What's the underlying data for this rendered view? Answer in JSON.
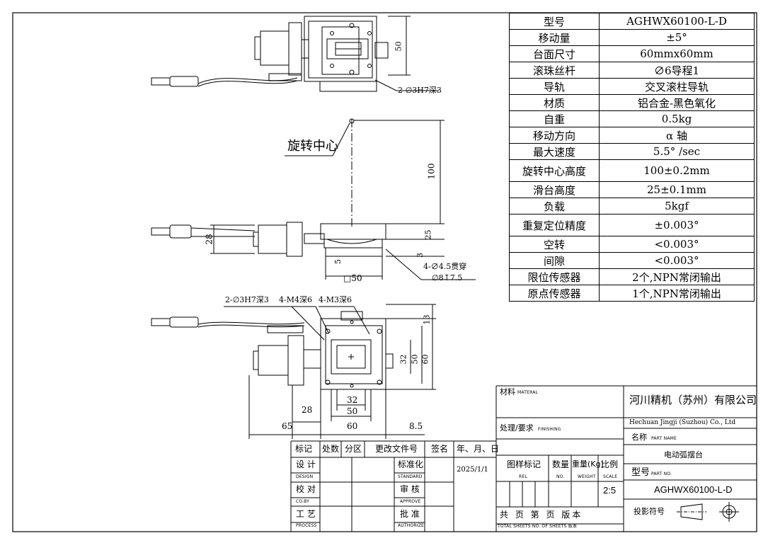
{
  "spec_table": [
    {
      "key": "型号",
      "value": "AGHWX60100-L-D"
    },
    {
      "key": "移动量",
      "value": "±5°"
    },
    {
      "key": "台面尺寸",
      "value": "60mmx60mm"
    },
    {
      "key": "滚珠丝杆",
      "value": "∅6导程1"
    },
    {
      "key": "导轨",
      "value": "交叉滚柱导轨"
    },
    {
      "key": "材质",
      "value": "铝合金-黑色氧化"
    },
    {
      "key": "自重",
      "value": "0.5kg"
    },
    {
      "key": "移动方向",
      "value": "α 轴"
    },
    {
      "key": "最大速度",
      "value": "5.5° /sec"
    },
    {
      "key": "旋转中心高度",
      "value": "100±0.2mm"
    },
    {
      "key": "滑台高度",
      "value": "25±0.1mm"
    },
    {
      "key": "负载",
      "value": "5kgf"
    },
    {
      "key": "重复定位精度",
      "value": "±0.003°"
    },
    {
      "key": "空转",
      "value": "<0.003°"
    },
    {
      "key": "间隙",
      "value": "<0.003°"
    },
    {
      "key": "限位传感器",
      "value": "2个,NPN常闭输出"
    },
    {
      "key": "原点传感器",
      "value": "1个,NPN常闭输出"
    }
  ],
  "drawing": {
    "rotation_center": "旋转中心",
    "top_view": {
      "hole_note": "2-∅3H7深3",
      "dim_50": "50"
    },
    "side_view": {
      "dim_100": "100",
      "dim_28": "28",
      "dim_25": "25",
      "dim_5": "5",
      "dim_3": "3",
      "dim_sq50": "□50",
      "hole_note1": "4-∅4.5贯穿",
      "hole_note2": "∅8↧7.5"
    },
    "bottom_view": {
      "note_a": "2-∅3H7深3",
      "note_b": "4-M4深6",
      "note_c": "4-M3深6",
      "dim_13": "13",
      "dim_32v": "32",
      "dim_50v": "50",
      "dim_60v": "60",
      "dim_32h": "32",
      "dim_50h": "50",
      "dim_28h": "28",
      "dim_65": "65",
      "dim_60h": "60",
      "dim_85": "8.5"
    }
  },
  "title_block": {
    "material_cn": "材料",
    "material_en": "MATERAL",
    "finishing_cn": "处理/要求",
    "finishing_en": "FINISHING",
    "company_cn": "河川精机（苏州）有限公司",
    "company_en": "Hechuan Jingji (Suzhou) Co., Ltd",
    "part_name_cn": "名称",
    "part_name_en": "PART NAME",
    "part_name_value": "电动弧摆台",
    "part_no_cn": "型号",
    "part_no_en": "PART NO.",
    "part_no_value": "AGHWX60100-L-D",
    "projection_cn": "投影符号",
    "rev_headers": [
      "标记",
      "处数",
      "分区",
      "更改文件号",
      "签名",
      "年、月、日"
    ],
    "design_cn": "设 计",
    "design_en": "DESIGN",
    "check_cn": "校 对",
    "check_en": "CO.BY",
    "process_cn": "工 艺",
    "process_en": "PROCESS",
    "standard_cn": "标准化",
    "standard_en": "STANDARD",
    "approve_cn": "审 核",
    "approve_en": "APPROVE",
    "authorize_cn": "批 准",
    "authorize_en": "AUTHORIZE",
    "date": "2025/1/1",
    "rel_cn": "图样标记",
    "rel_en": "REL",
    "qty_cn": "数量",
    "qty_en": "NO.",
    "weight_cn": "重量(Kg)",
    "weight_en": "WEIGHT",
    "scale_cn": "比例",
    "scale_en": "SCALE",
    "scale_value": "2:5",
    "sheets_text": "共 页 第 页 版本",
    "sheets_en": "TOTAL SHEETS NO. OF SHEETS 版本"
  }
}
